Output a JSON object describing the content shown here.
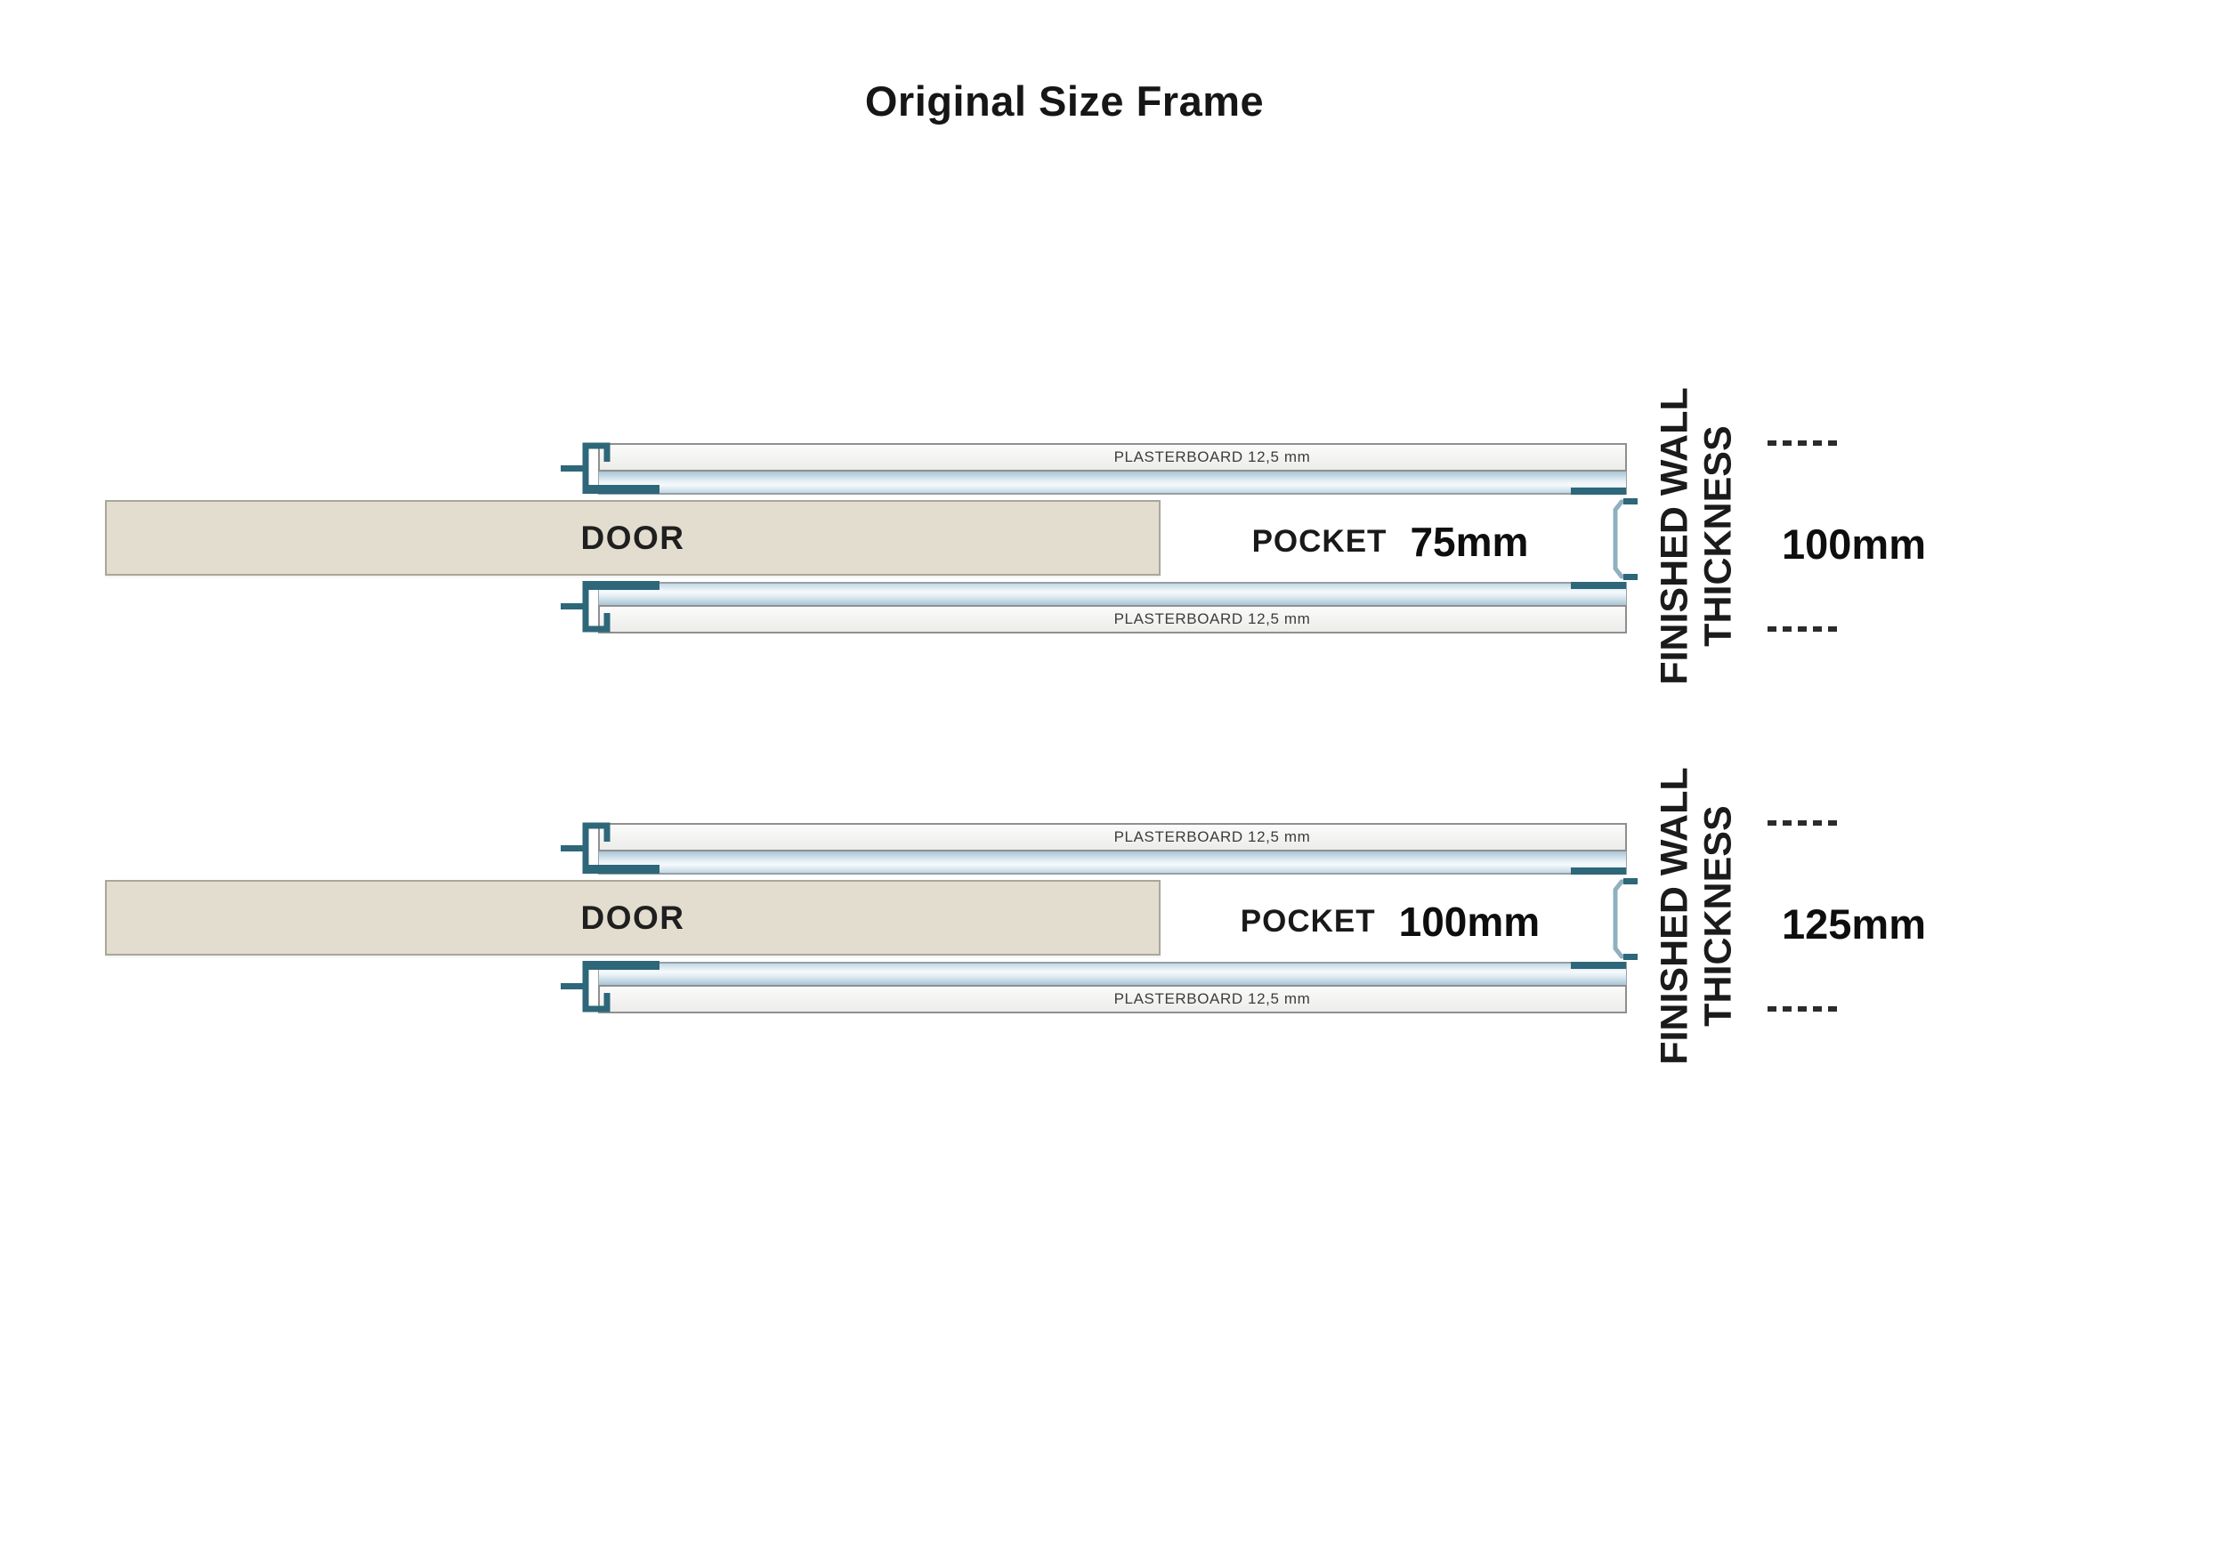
{
  "title": "Original Size Frame",
  "colors": {
    "frame_teal": "#2d6779",
    "rail_blue": "#c7dbe7",
    "door_beige": "#e2ddcf",
    "text_dark": "#1b1b1b"
  },
  "diagrams": [
    {
      "door_label": "DOOR",
      "pocket_word": "POCKET",
      "pocket_size": "75mm",
      "plasterboard_top": "PLASTERBOARD 12,5 mm",
      "plasterboard_bottom": "PLASTERBOARD 12,5 mm",
      "wall_line1": "FINISHED WALL",
      "wall_line2": "THICKNESS",
      "thickness": "100mm"
    },
    {
      "door_label": "DOOR",
      "pocket_word": "POCKET",
      "pocket_size": "100mm",
      "plasterboard_top": "PLASTERBOARD 12,5 mm",
      "plasterboard_bottom": "PLASTERBOARD 12,5 mm",
      "wall_line1": "FINISHED WALL",
      "wall_line2": "THICKNESS",
      "thickness": "125mm"
    }
  ]
}
